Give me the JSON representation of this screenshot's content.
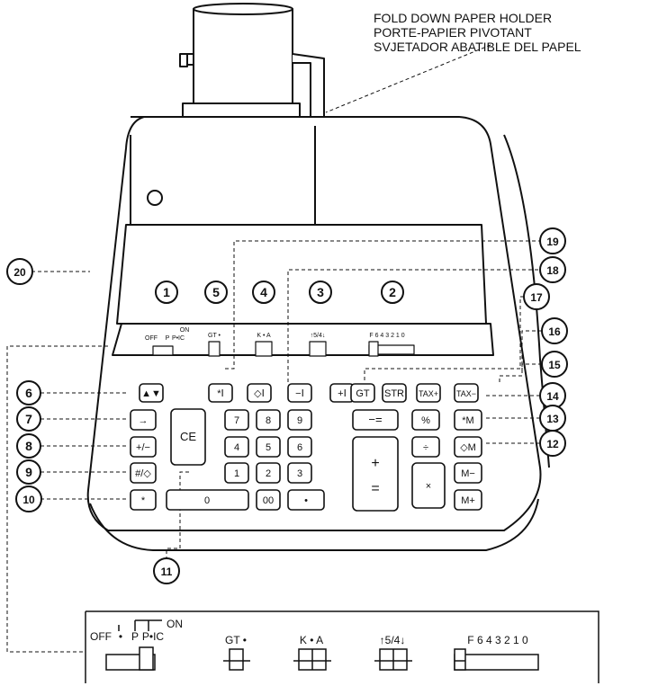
{
  "holder_label": {
    "line1": "FOLD DOWN PAPER HOLDER",
    "line2": "PORTE-PAPIER PIVOTANT",
    "line3": "SVJETADOR ABATIBLE DEL PAPEL"
  },
  "callouts": [
    "1",
    "2",
    "3",
    "4",
    "5",
    "6",
    "7",
    "8",
    "9",
    "10",
    "11",
    "12",
    "13",
    "14",
    "15",
    "16",
    "17",
    "18",
    "19",
    "20"
  ],
  "panel": {
    "power_switch": {
      "on": "ON",
      "off": "OFF",
      "dot": "•",
      "p": "P",
      "pic": "P•IC"
    },
    "gt_switch": "GT •",
    "rounding_switch": "K • A",
    "rounding_dir_switch": "↑5/4↓",
    "decimal_switch": "F 6 4 3 2 1 0"
  },
  "keys": {
    "paper_feed": "▲▼",
    "non_add": "*Ⅰ",
    "diamond_total": "◇Ⅰ",
    "minus": "−Ⅰ",
    "plus": "+Ⅰ",
    "gt": "GT",
    "store": "STR",
    "tax_plus": "TAX+",
    "tax_minus": "TAX−",
    "backspace": "→",
    "ce": "CE",
    "sign": "+/−",
    "percent": "%",
    "mul_m": "*M",
    "div": "÷",
    "dm": "◇M",
    "mminus": "M−",
    "mplus": "M+",
    "times": "×",
    "hash": "#/◇",
    "total": "*",
    "n7": "7",
    "n8": "8",
    "n9": "9",
    "n4": "4",
    "n5": "5",
    "n6": "6",
    "n1": "1",
    "n2": "2",
    "n3": "3",
    "n0": "0",
    "n00": "00",
    "dot": "•",
    "minus_eq": "−=",
    "plus_key": "+",
    "eq_key": "="
  }
}
